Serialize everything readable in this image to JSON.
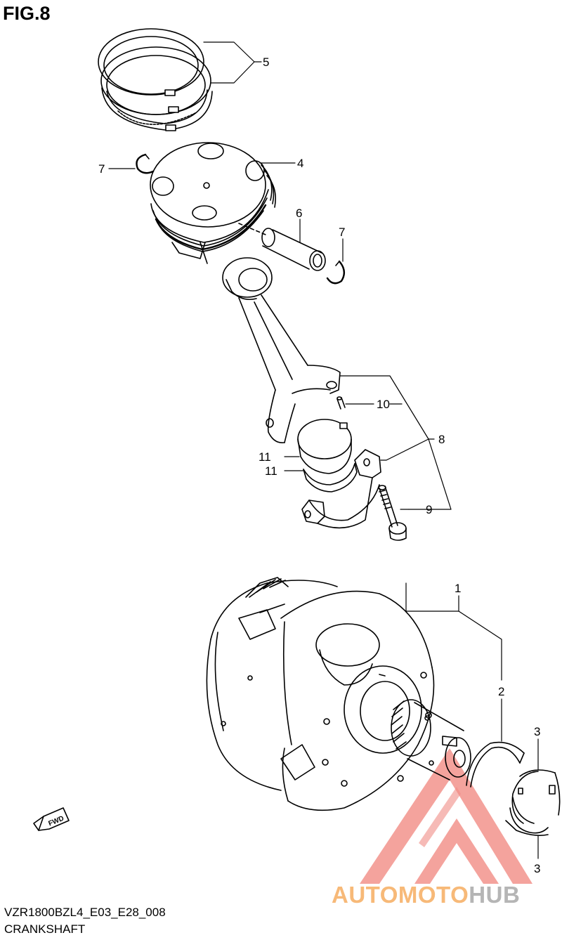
{
  "figure": {
    "title": "FIG.8",
    "model_code": "VZR1800BZL4_E03_E28_008",
    "section": "CRANKSHAFT"
  },
  "callouts": [
    {
      "id": "5",
      "part": "piston-ring-set"
    },
    {
      "id": "7",
      "part": "piston-pin-circlip-left"
    },
    {
      "id": "4",
      "part": "piston"
    },
    {
      "id": "6",
      "part": "piston-pin"
    },
    {
      "id": "7",
      "part": "piston-pin-circlip-right"
    },
    {
      "id": "10",
      "part": "connecting-rod-pin"
    },
    {
      "id": "8",
      "part": "connecting-rod-assembly"
    },
    {
      "id": "11",
      "part": "crank-pin-bearing-upper"
    },
    {
      "id": "11",
      "part": "crank-pin-bearing-lower"
    },
    {
      "id": "9",
      "part": "connecting-rod-bolt"
    },
    {
      "id": "1",
      "part": "crankshaft-assembly"
    },
    {
      "id": "2",
      "part": "thrust-washer"
    },
    {
      "id": "3",
      "part": "crankshaft-bearing-upper"
    },
    {
      "id": "3",
      "part": "crankshaft-bearing-lower"
    }
  ],
  "direction_marker": "FWD",
  "watermark": {
    "brand_part1": "AUTOMOTO",
    "brand_part2": "HUB",
    "color_red": "#f08c86",
    "color_orange": "#f7b978",
    "color_gray": "#b5b5b5"
  }
}
